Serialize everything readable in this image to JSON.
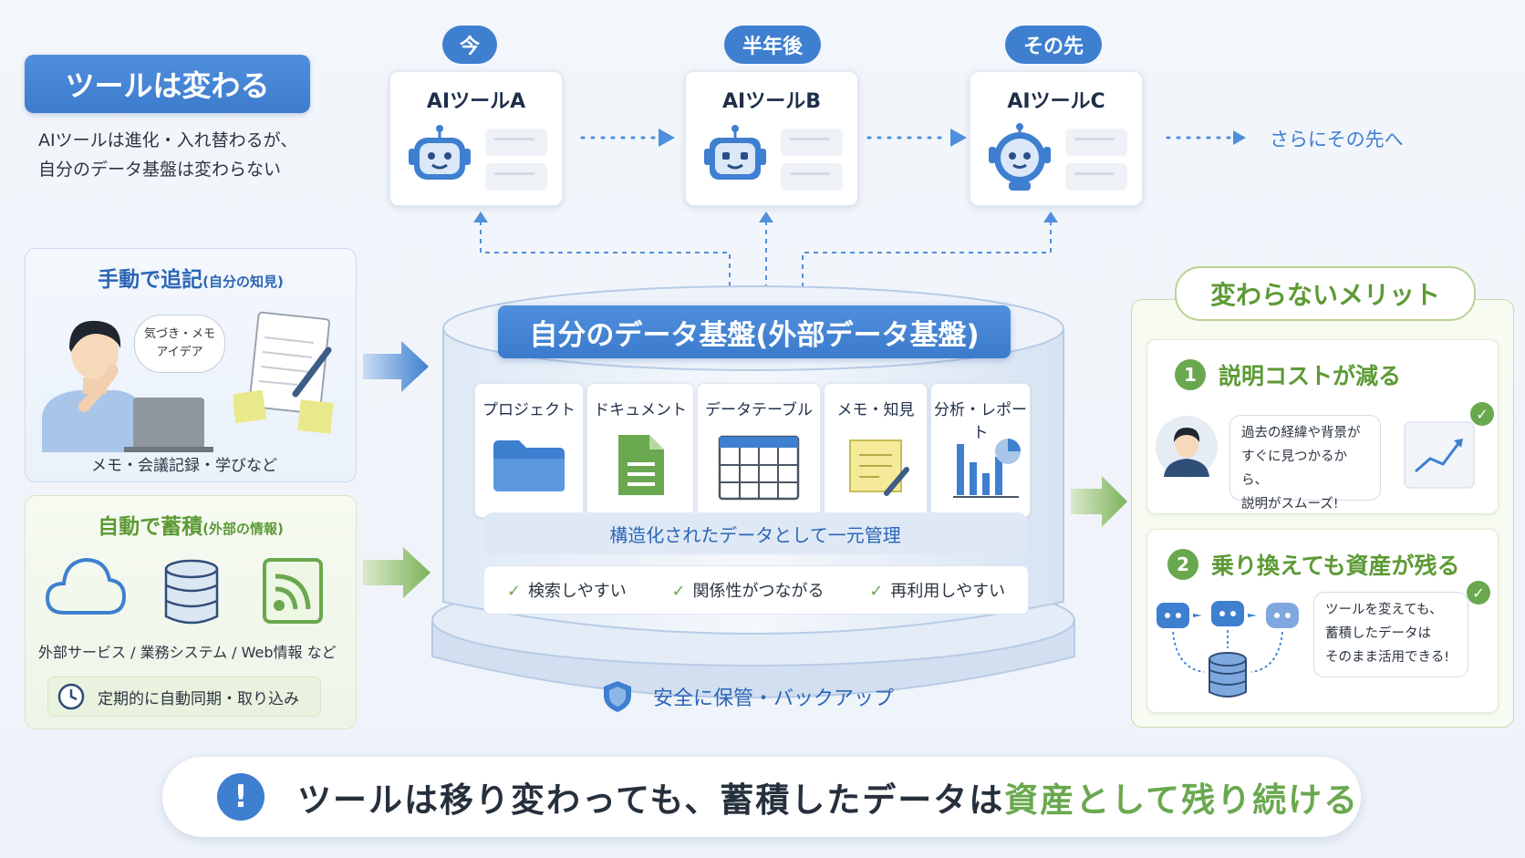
{
  "header": {
    "badge": "ツールは変わる",
    "subtitle_line1": "AIツールは進化・入れ替わるが、",
    "subtitle_line2": "自分のデータ基盤は変わらない"
  },
  "timeline": [
    {
      "period": "今",
      "tool": "AIツールA"
    },
    {
      "period": "半年後",
      "tool": "AIツールB"
    },
    {
      "period": "その先",
      "tool": "AIツールC"
    }
  ],
  "timeline_next": "さらにその先へ",
  "manual_panel": {
    "title": "手動で追記",
    "title_note": "(自分の知見)",
    "bubble_line1": "気づき・メモ",
    "bubble_line2": "アイデア",
    "caption": "メモ・会議記録・学びなど"
  },
  "auto_panel": {
    "title": "自動で蓄積",
    "title_note": "(外部の情報)",
    "caption": "外部サービス / 業務システム / Web情報 など",
    "sync": "定期的に自動同期・取り込み"
  },
  "core": {
    "title": "自分のデータ基盤(外部データ基盤)",
    "categories": [
      "プロジェクト",
      "ドキュメント",
      "データテーブル",
      "メモ・知見",
      "分析・レポート"
    ],
    "unify": "構造化されたデータとして一元管理",
    "checks": [
      "検索しやすい",
      "関係性がつながる",
      "再利用しやすい"
    ],
    "safe": "安全に保管・バックアップ"
  },
  "benefits": {
    "title": "変わらないメリット",
    "items": [
      {
        "num": "1",
        "title": "説明コストが減る",
        "note": [
          "過去の経緯や背景が",
          "すぐに見つかるから、",
          "説明がスムーズ!"
        ]
      },
      {
        "num": "2",
        "title": "乗り換えても資産が残る",
        "note": [
          "ツールを変えても、",
          "蓄積したデータは",
          "そのまま活用できる!"
        ]
      }
    ]
  },
  "banner": {
    "text_part1": "ツールは移り変わっても、蓄積したデータは",
    "text_highlight": "資産として残り続ける",
    "icon": "!"
  },
  "colors": {
    "blue": "#3e7fd0",
    "green": "#6aa84f"
  }
}
